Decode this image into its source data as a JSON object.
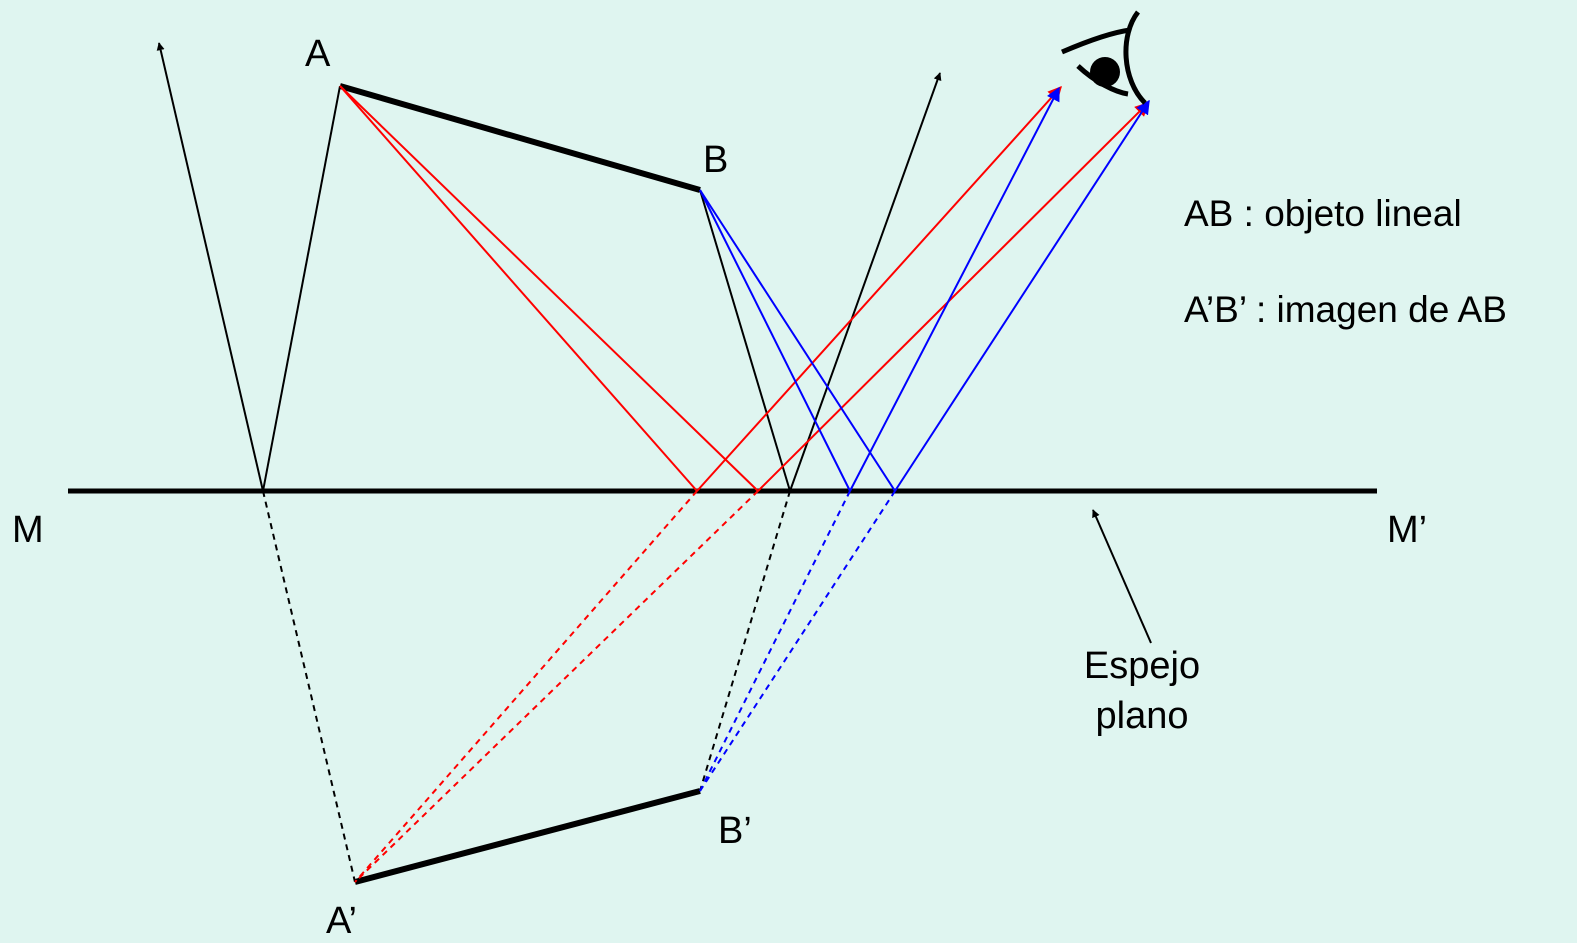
{
  "diagram": {
    "background_color": "#dff5f0",
    "colors": {
      "object": "#000000",
      "ray_from_a": "#ff0000",
      "ray_from_b": "#0000ff",
      "normal_ray": "#000000"
    },
    "points": {
      "a": "A",
      "b": "B",
      "a_image": "A’",
      "b_image": "B’"
    },
    "mirror": {
      "left_label": "M",
      "right_label": "M’",
      "name_line1": "Espejo",
      "name_line2": "plano"
    },
    "legend": {
      "object": "AB : objeto lineal",
      "image": "A’B’ : imagen de AB"
    },
    "icons": {
      "observer": "eye-icon"
    }
  }
}
